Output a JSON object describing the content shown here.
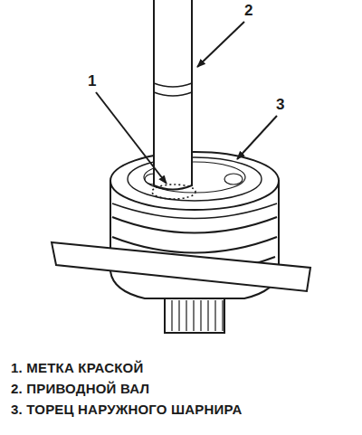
{
  "diagram": {
    "labels": [
      "1",
      "2",
      "3",
      "1. МЕТКА КРАСКОЙ",
      "2. ПРИВОДНОЙ ВАЛ",
      "3. ТОРЕЦ НАРУЖНОГО ШАРНИРА"
    ]
  }
}
